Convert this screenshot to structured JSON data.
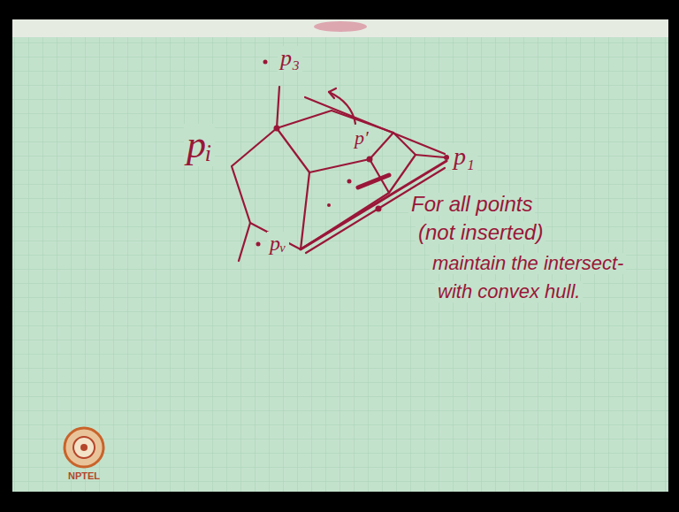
{
  "diagram": {
    "labels": [
      "p₃",
      "pᵢ",
      "p′",
      "p₁",
      "pᵥ",
      "For all points",
      "(not inserted)",
      "maintain the intersect-",
      "with convex hull.",
      "NPTEL"
    ]
  }
}
